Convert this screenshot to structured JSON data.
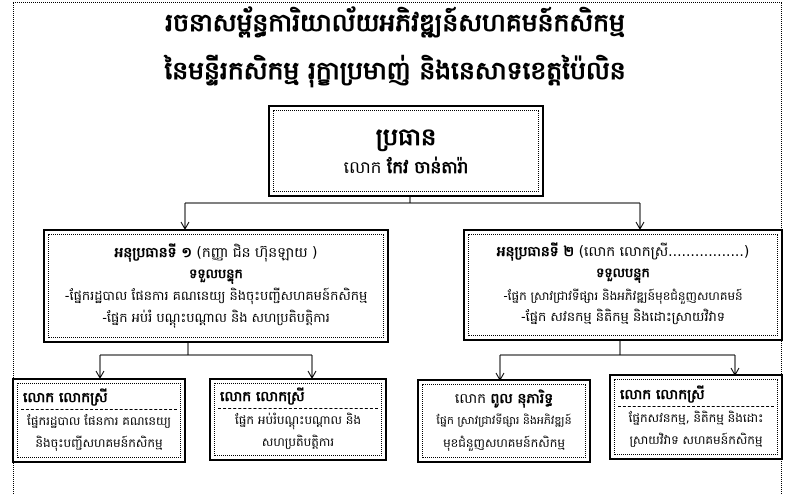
{
  "title": {
    "line1": "រចនាសម្ព័ន្ធការិយាល័យអភិវឌ្ឍន៍សហគមន៍កសិកម្ម",
    "line2": "នៃមន្ទីរកសិកម្ម រុក្ខាប្រមាញ់ និងនេសាទខេត្តប៉ៃលិន"
  },
  "chief": {
    "role": "ប្រធាន",
    "prefix": "លោក",
    "name": "កែវ ចាន់តារ៉ា"
  },
  "deputy1": {
    "heading": "អនុប្រធានទី ១",
    "name": "(កញ្ញា ជិន ហ៊ុនឡាយ )",
    "responsible": "ទទួលបន្ទុក",
    "duties": [
      "-ផ្នែករដ្ឋបាល ផែនការ គណនេយ្យ និងចុះបញ្ជីសហគមន៍កសិកម្ម",
      "-ផ្នែក អប់រំ បណ្តុះបណ្តាល និង សហប្រតិបត្តិការ"
    ]
  },
  "deputy2": {
    "heading": "អនុប្រធានទី ២",
    "name": "(លោក លោកស្រី.................)",
    "responsible": "ទទួលបន្ទុក",
    "duties": [
      "-ផ្នែក ស្រាវជ្រាវទីផ្សារ និងអភិវឌ្ឍន៍មុខជំនួញសហគមន៍",
      "-ផ្នែក សវនកម្ម និតិកម្ម និងដោះស្រាយវិវាទ"
    ]
  },
  "units": [
    {
      "name": "លោក លោកស្រី",
      "lines": [
        "ផ្នែករដ្ឋបាល ផែនការ គណនេយ្យ",
        "និងចុះបញ្ជីសហគមន៍កសិកម្ម"
      ]
    },
    {
      "name": "លោក លោកស្រី",
      "lines": [
        "ផ្នែក អប់រំបណ្តុះបណ្តាល និង",
        "សហប្រតិបត្តិការ"
      ]
    },
    {
      "prefix": "លោក",
      "name": "ពូល នុភារិទ្ធ",
      "lines": [
        "ផ្នែក ស្រាវជ្រាវទីផ្សារ និងអភិវឌ្ឍន៍",
        "មុខជំនួញសហគមន៍កសិកម្ម"
      ]
    },
    {
      "name": "លោក លោកស្រី",
      "lines": [
        "ផ្នែកសវនកម្ម, និតិកម្ម និងដោះ",
        "ស្រាយវិវាទ សហគមន៍កសិកម្ម"
      ]
    }
  ]
}
